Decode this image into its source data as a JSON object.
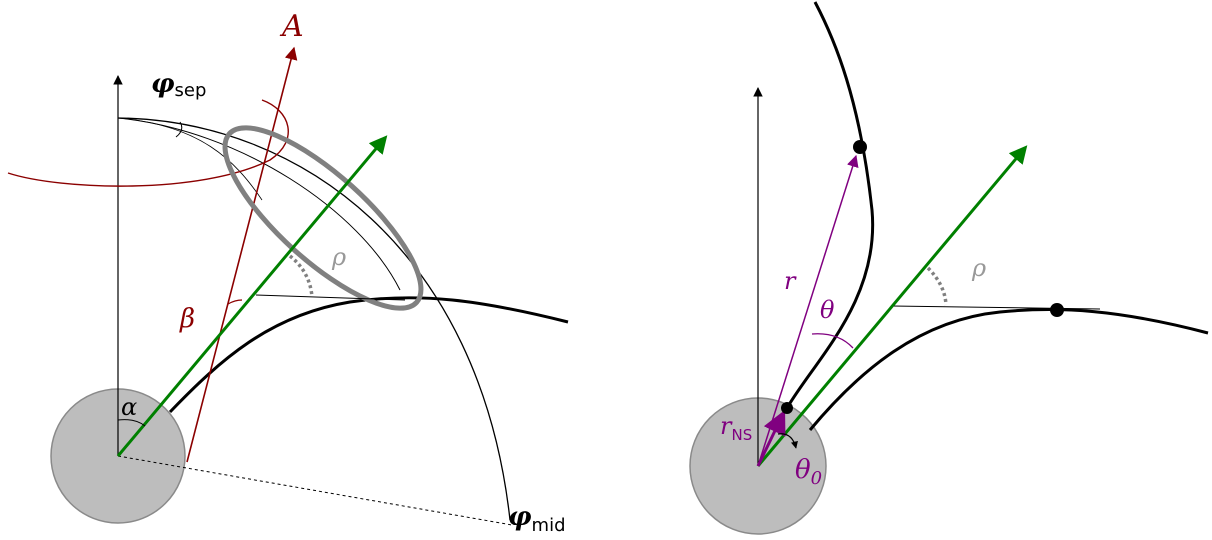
{
  "left_panel": {
    "phi_sep_symbol": "φ",
    "phi_sep_subscript": "sep",
    "phi_mid_symbol": "φ",
    "phi_mid_subscript": "mid",
    "alpha_label": "α",
    "beta_label": "β",
    "rho_label": "ρ",
    "script_a_label": "A"
  },
  "right_panel": {
    "r_label": "r",
    "theta_label": "θ",
    "rho_label": "ρ",
    "r_ns_symbol": "r",
    "r_ns_subscript": "NS",
    "theta0_symbol": "θ",
    "theta0_subscript": "0"
  },
  "colors": {
    "magnetic_axis": "#008000",
    "rotation_axis": "#8b0000",
    "vectors": "#800080",
    "star_fill": "#bdbdbd",
    "emission_ring": "#808080"
  }
}
